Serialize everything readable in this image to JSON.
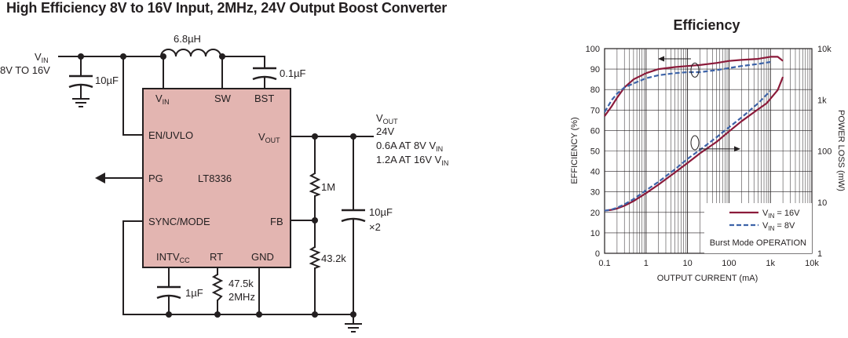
{
  "title": "High Efficiency 8V to 16V Input, 2MHz, 24V Output Boost Converter",
  "schematic": {
    "vin_label": "V",
    "vin_sub": "IN",
    "vin_range": "8V TO 16V",
    "c_in": "10µF",
    "inductor": "6.8µH",
    "c_bst": "0.1µF",
    "ic_name": "LT8336",
    "pins": {
      "vin": "V",
      "vin_sub": "IN",
      "sw": "SW",
      "bst": "BST",
      "en": "EN/UVLO",
      "vout": "V",
      "vout_sub": "OUT",
      "pg": "PG",
      "sync": "SYNC/MODE",
      "fb": "FB",
      "intvcc": "INTV",
      "intvcc_sub": "CC",
      "rt": "RT",
      "gnd": "GND"
    },
    "r_top": "1M",
    "r_bottom": "43.2k",
    "c_out": "10µF",
    "c_out_mult": "×2",
    "c_intvcc": "1µF",
    "r_rt": "47.5k",
    "freq": "2MHz",
    "vout_label": "V",
    "vout_sub": "OUT",
    "vout_value": "24V",
    "load1": "0.6A AT 8V V",
    "load1_sub": "IN",
    "load2": "1.2A AT 16V V",
    "load2_sub": "IN"
  },
  "chart_data": {
    "type": "line",
    "title": "Efficiency",
    "xlabel": "OUTPUT CURRENT (mA)",
    "ylabel": "EFFICIENCY (%)",
    "y2label": "POWER LOSS (mW)",
    "xscale": "log",
    "xlim": [
      0.1,
      10000
    ],
    "ylim": [
      0,
      100
    ],
    "y2scale": "log",
    "y2lim": [
      1,
      10000
    ],
    "x_ticks": [
      "0.1",
      "1",
      "10",
      "100",
      "1k",
      "10k"
    ],
    "y_ticks": [
      "0",
      "10",
      "20",
      "30",
      "40",
      "50",
      "60",
      "70",
      "80",
      "90",
      "100"
    ],
    "y2_ticks": [
      "1",
      "10",
      "100",
      "1k",
      "10k"
    ],
    "grid": true,
    "legend_position": "bottom-right",
    "legend_note": "Burst Mode OPERATION",
    "series": [
      {
        "name": "V",
        "name_sub": "IN",
        "name_suffix": " = 16V",
        "color": "#8b1a3a",
        "dash": "solid",
        "efficiency": {
          "x": [
            0.1,
            0.15,
            0.2,
            0.3,
            0.5,
            1,
            2,
            5,
            10,
            20,
            50,
            100,
            200,
            500,
            1000,
            1500,
            2000
          ],
          "y": [
            67,
            72,
            76,
            81,
            85,
            88,
            90,
            91,
            91.5,
            92,
            93,
            94,
            94.5,
            95,
            96,
            96,
            94
          ]
        },
        "power_loss": {
          "x": [
            0.1,
            0.15,
            0.2,
            0.3,
            0.5,
            1,
            2,
            5,
            10,
            20,
            50,
            100,
            200,
            500,
            800,
            1000,
            1500,
            2000
          ],
          "y": [
            6.8,
            7.1,
            7.5,
            8.5,
            10.5,
            15,
            22,
            38,
            58,
            90,
            150,
            240,
            380,
            650,
            850,
            1050,
            1550,
            2800
          ]
        }
      },
      {
        "name": "V",
        "name_sub": "IN",
        "name_suffix": " = 8V",
        "color": "#3d63a8",
        "dash": "dashed",
        "efficiency": {
          "x": [
            0.1,
            0.15,
            0.2,
            0.3,
            0.5,
            1,
            2,
            5,
            10,
            20,
            50,
            100,
            200,
            500,
            1000
          ],
          "y": [
            69,
            75,
            78,
            81,
            83,
            85.5,
            87,
            88,
            88.5,
            88.5,
            89.5,
            90.5,
            91.5,
            92.5,
            93.5
          ]
        },
        "power_loss": {
          "x": [
            0.1,
            0.15,
            0.2,
            0.3,
            0.5,
            1,
            2,
            5,
            10,
            20,
            50,
            100,
            200,
            500,
            1000
          ],
          "y": [
            6.8,
            7.2,
            7.8,
            9,
            11.5,
            17,
            25,
            44,
            70,
            105,
            185,
            290,
            450,
            850,
            1500
          ]
        }
      }
    ]
  }
}
